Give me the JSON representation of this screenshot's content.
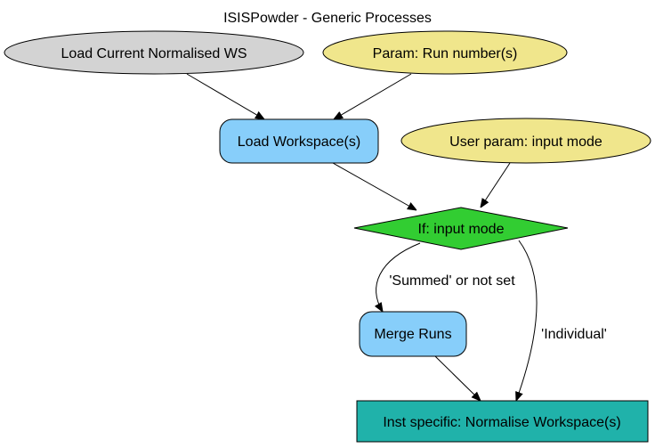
{
  "title": "ISISPowder - Generic Processes",
  "nodes": {
    "load_current_normalised_ws": {
      "label": "Load Current Normalised WS",
      "fill": "#d3d3d3",
      "shape": "ellipse"
    },
    "param_run_numbers": {
      "label": "Param: Run number(s)",
      "fill": "#f0e68c",
      "shape": "ellipse"
    },
    "load_workspaces": {
      "label": "Load Workspace(s)",
      "fill": "#87cefa",
      "shape": "rounded-box"
    },
    "user_param_input_mode": {
      "label": "User param: input mode",
      "fill": "#f0e68c",
      "shape": "ellipse"
    },
    "if_input_mode": {
      "label": "If: input mode",
      "fill": "#32cd32",
      "shape": "diamond"
    },
    "merge_runs": {
      "label": "Merge Runs",
      "fill": "#87cefa",
      "shape": "rounded-box"
    },
    "inst_specific_normalise": {
      "label": "Inst specific: Normalise Workspace(s)",
      "fill": "#20b2aa",
      "shape": "box"
    }
  },
  "edges": {
    "summed_or_not_set": {
      "label": "'Summed' or not set"
    },
    "individual": {
      "label": "'Individual'"
    }
  }
}
